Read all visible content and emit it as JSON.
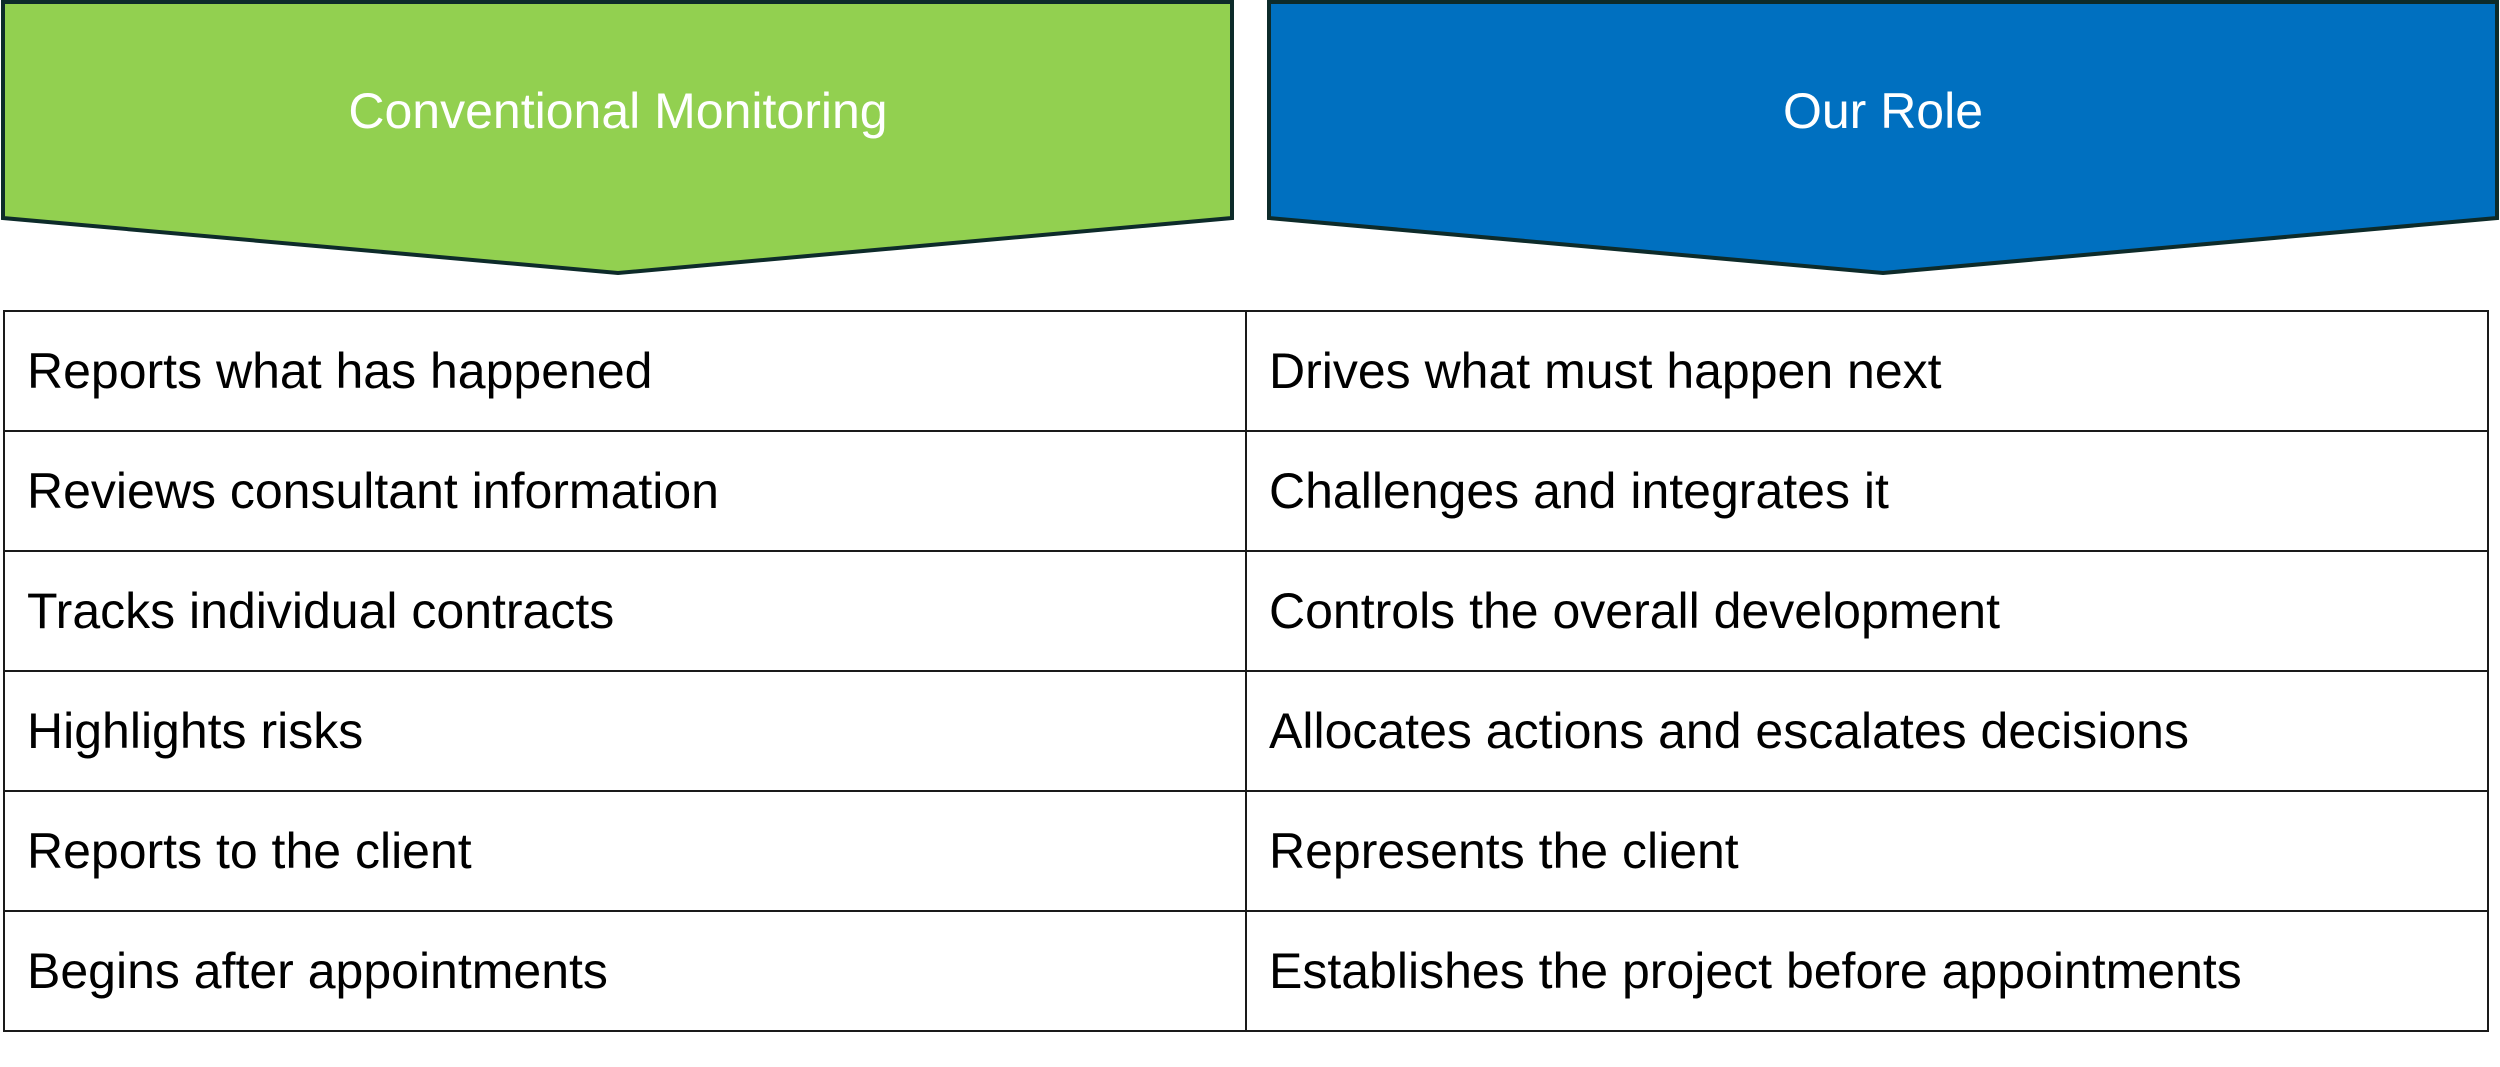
{
  "colors": {
    "left_banner_fill": "#92D050",
    "right_banner_fill": "#0070C0",
    "banner_stroke": "#0D2B2A",
    "banner_text": "#FFFFFF",
    "table_border": "#1A1A1A",
    "table_text": "#000000"
  },
  "banners": {
    "left": {
      "title": "Conventional Monitoring"
    },
    "right": {
      "title": "Our Role"
    }
  },
  "rows": [
    {
      "left": "Reports what has happened",
      "right": "Drives what must happen next"
    },
    {
      "left": "Reviews consultant information",
      "right": "Challenges and integrates it"
    },
    {
      "left": "Tracks individual contracts",
      "right": "Controls the overall development"
    },
    {
      "left": "Highlights risks",
      "right": "Allocates actions and escalates decisions"
    },
    {
      "left": "Reports to the client",
      "right": "Represents the client"
    },
    {
      "left": "Begins after appointments",
      "right": "Establishes the project before appointments"
    }
  ]
}
